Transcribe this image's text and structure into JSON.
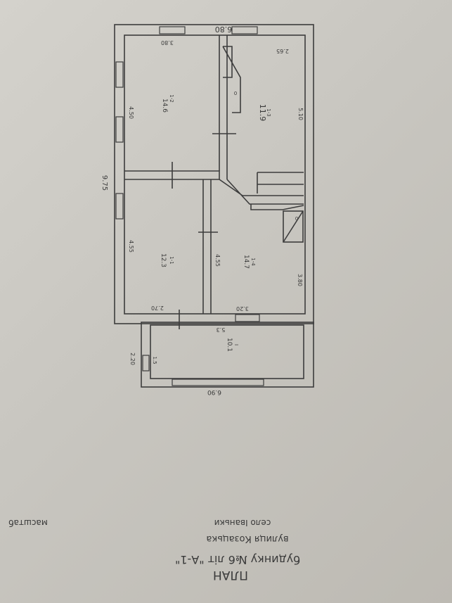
{
  "title_block": {
    "heading": "ПЛАН",
    "subtitle": "будинку №6 літ \"А-1\"",
    "street": "вулиця Козацька",
    "village": "село Іваньки",
    "scale_label": "масштаб"
  },
  "overall_dims": {
    "top_width": "6.80",
    "left_height": "9.75",
    "porch_width": "6.90",
    "porch_entry_width": "2.20"
  },
  "rooms": [
    {
      "id": "1-2",
      "area": "14.6",
      "dims": [
        "3.80",
        "4.50"
      ]
    },
    {
      "id": "1-3",
      "area": "11.9",
      "dims": [
        "2.65",
        "5.10"
      ]
    },
    {
      "id": "1-1",
      "area": "12.3",
      "dims": [
        "2.70",
        "4.55"
      ]
    },
    {
      "id": "1-4",
      "area": "14.7",
      "dims": [
        "3.20",
        "4.55",
        "3.80"
      ]
    },
    {
      "id": "I",
      "area": "10.1",
      "dims": [
        "5.3",
        "1.5"
      ]
    }
  ],
  "stove_marks": [
    "0",
    "0"
  ]
}
